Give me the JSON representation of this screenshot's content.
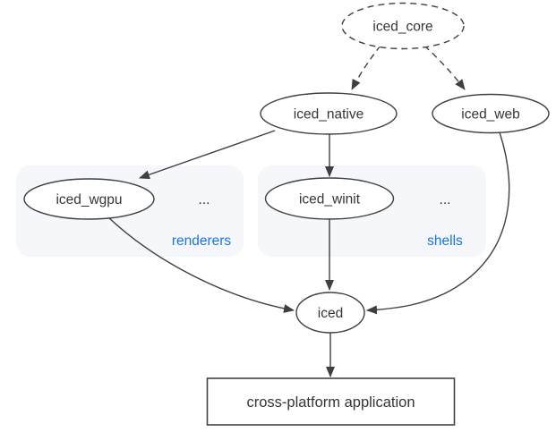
{
  "diagram": {
    "type": "dependency-graph",
    "nodes": {
      "iced_core": "iced_core",
      "iced_native": "iced_native",
      "iced_web": "iced_web",
      "iced_wgpu": "iced_wgpu",
      "iced_winit": "iced_winit",
      "iced": "iced",
      "app": "cross-platform application"
    },
    "clusters": {
      "renderers": {
        "label": "renderers",
        "ellipsis": "..."
      },
      "shells": {
        "label": "shells",
        "ellipsis": "..."
      }
    },
    "edges": [
      {
        "from": "iced_core",
        "to": "iced_native",
        "style": "dashed"
      },
      {
        "from": "iced_core",
        "to": "iced_web",
        "style": "dashed"
      },
      {
        "from": "iced_native",
        "to": "iced_wgpu",
        "style": "solid"
      },
      {
        "from": "iced_native",
        "to": "iced_winit",
        "style": "solid"
      },
      {
        "from": "iced_wgpu",
        "to": "iced",
        "style": "solid"
      },
      {
        "from": "iced_winit",
        "to": "iced",
        "style": "solid"
      },
      {
        "from": "iced_web",
        "to": "iced",
        "style": "solid"
      },
      {
        "from": "iced",
        "to": "cross-platform application",
        "style": "solid"
      }
    ],
    "colors": {
      "stroke": "#3c4043",
      "text": "#333639",
      "accent": "#1a73e8",
      "cluster_fill": "#f5f7fa",
      "background": "#ffffff"
    }
  }
}
